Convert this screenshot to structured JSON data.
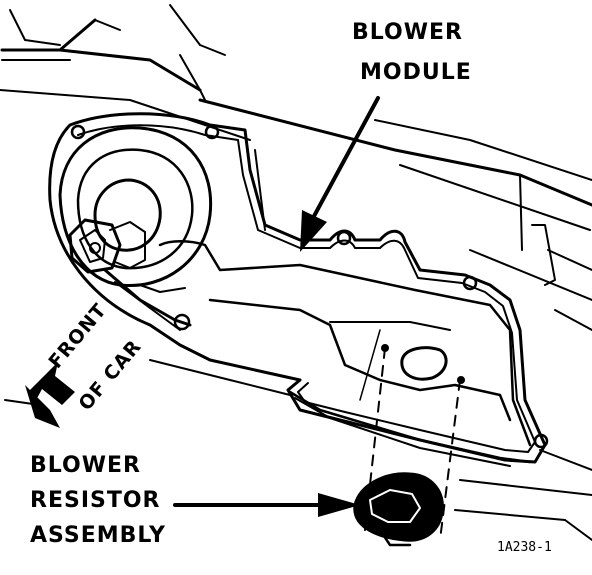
{
  "labels": {
    "blower_module_line1": "BLOWER",
    "blower_module_line2": "MODULE",
    "front_of_car_line1": "FRONT",
    "front_of_car_line2": "OF CAR",
    "resistor_line1": "BLOWER",
    "resistor_line2": "RESISTOR",
    "resistor_line3": "ASSEMBLY",
    "figure_number": "1A238-1"
  },
  "colors": {
    "ink": "#000000",
    "paper": "#ffffff"
  }
}
